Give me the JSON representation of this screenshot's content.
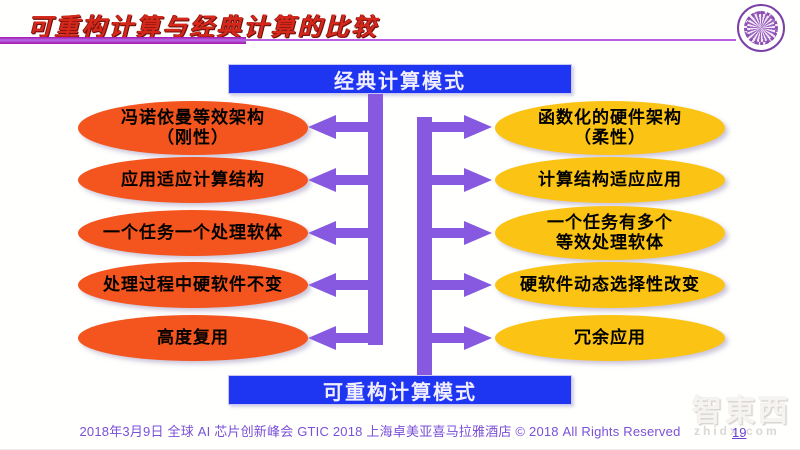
{
  "title": "可重构计算与经典计算的比较",
  "logo": {
    "name": "university-seal"
  },
  "diagram": {
    "top_box": "经典计算模式",
    "bottom_box": "可重构计算模式",
    "left_items": [
      "冯诺依曼等效架构\n（刚性）",
      "应用适应计算结构",
      "一个任务一个处理软体",
      "处理过程中硬软件不变",
      "高度复用"
    ],
    "right_items": [
      "函数化的硬件架构\n（柔性）",
      "计算结构适应应用",
      "一个任务有多个\n等效处理软体",
      "硬软件动态选择性改变",
      "冗余应用"
    ]
  },
  "footer": {
    "text": "2018年3月9日 全球 AI 芯片创新峰会 GTIC 2018 上海卓美亚喜马拉雅酒店 © 2018 All Rights Reserved",
    "page_number": "19"
  },
  "watermark": {
    "logo_text": "智東西",
    "domain_text": "zhidx.com"
  },
  "colors": {
    "accent_purple": "#8659e0",
    "box_blue": "#1e36f2",
    "ellipse_orange": "#f4541d",
    "ellipse_yellow": "#fbc414",
    "title_red": "#d6281a",
    "underline_magenta": "#a414ad",
    "footer_purple": "#7a50d8"
  }
}
